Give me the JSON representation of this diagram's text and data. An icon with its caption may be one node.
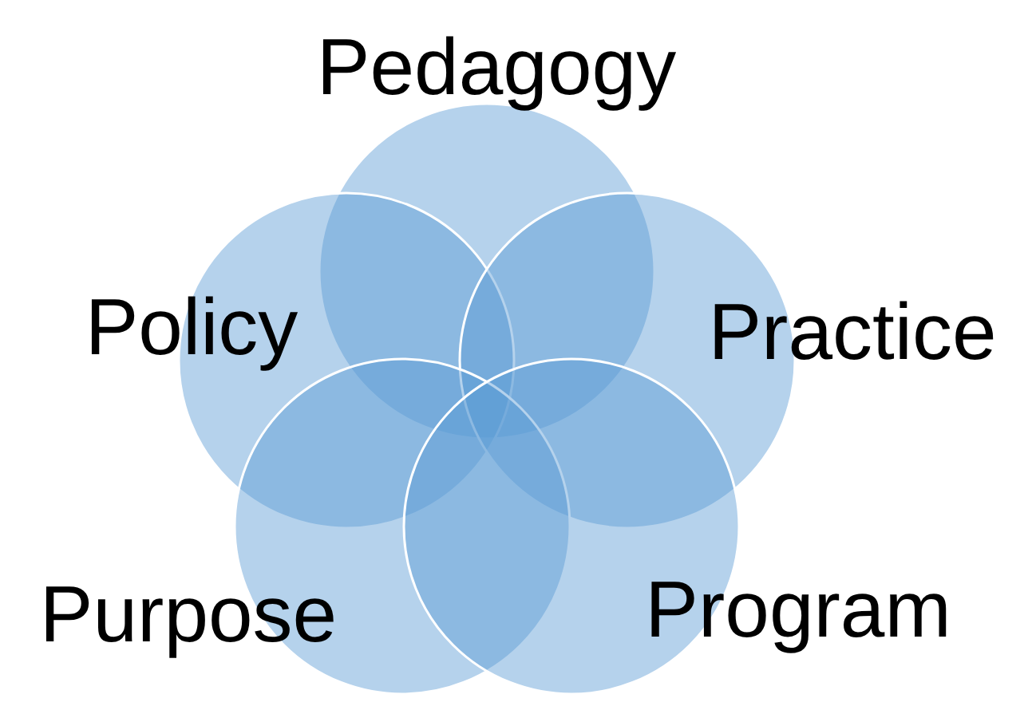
{
  "diagram": {
    "nodes": [
      {
        "text": [
          "Pedagogy"
        ]
      },
      {
        "text": [
          "Policy"
        ]
      },
      {
        "text": [
          "Practice"
        ]
      },
      {
        "text": [
          "Purpose"
        ]
      },
      {
        "text": [
          "Program"
        ]
      }
    ]
  }
}
